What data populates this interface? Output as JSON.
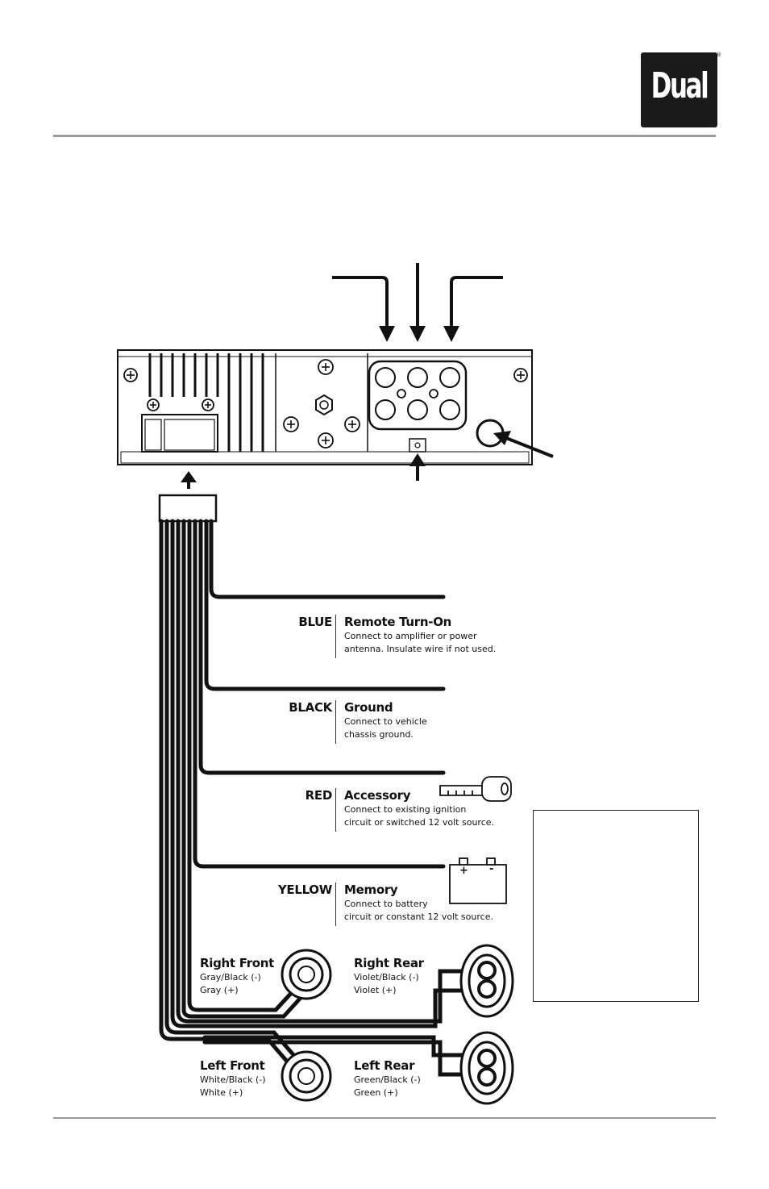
{
  "brand": {
    "logo_text": "Dual",
    "registered_mark": "®"
  },
  "wires": [
    {
      "color_name": "BLUE",
      "function": "Remote Turn-On",
      "line1": "Connect to amplifier or power",
      "line2": "antenna. Insulate wire if not used."
    },
    {
      "color_name": "BLACK",
      "function": "Ground",
      "line1": "Connect to vehicle",
      "line2": "chassis ground."
    },
    {
      "color_name": "RED",
      "function": "Accessory",
      "line1": "Connect to existing ignition",
      "line2": "circuit or switched 12 volt source."
    },
    {
      "color_name": "YELLOW",
      "function": "Memory",
      "line1": "Connect to battery",
      "line2": "circuit or constant 12 volt source."
    }
  ],
  "speakers": [
    {
      "name": "Right Front",
      "neg": "Gray/Black (-)",
      "pos": "Gray (+)"
    },
    {
      "name": "Right Rear",
      "neg": "Violet/Black (-)",
      "pos": "Violet (+)"
    },
    {
      "name": "Left Front",
      "neg": "White/Black (-)",
      "pos": "White (+)"
    },
    {
      "name": "Left Rear",
      "neg": "Green/Black (-)",
      "pos": "Green (+)"
    }
  ],
  "battery": {
    "plus": "+",
    "minus": "-"
  },
  "colors": {
    "ink": "#111111",
    "rule": "#9a9a9a",
    "logo_bg": "#1a1a1a"
  }
}
